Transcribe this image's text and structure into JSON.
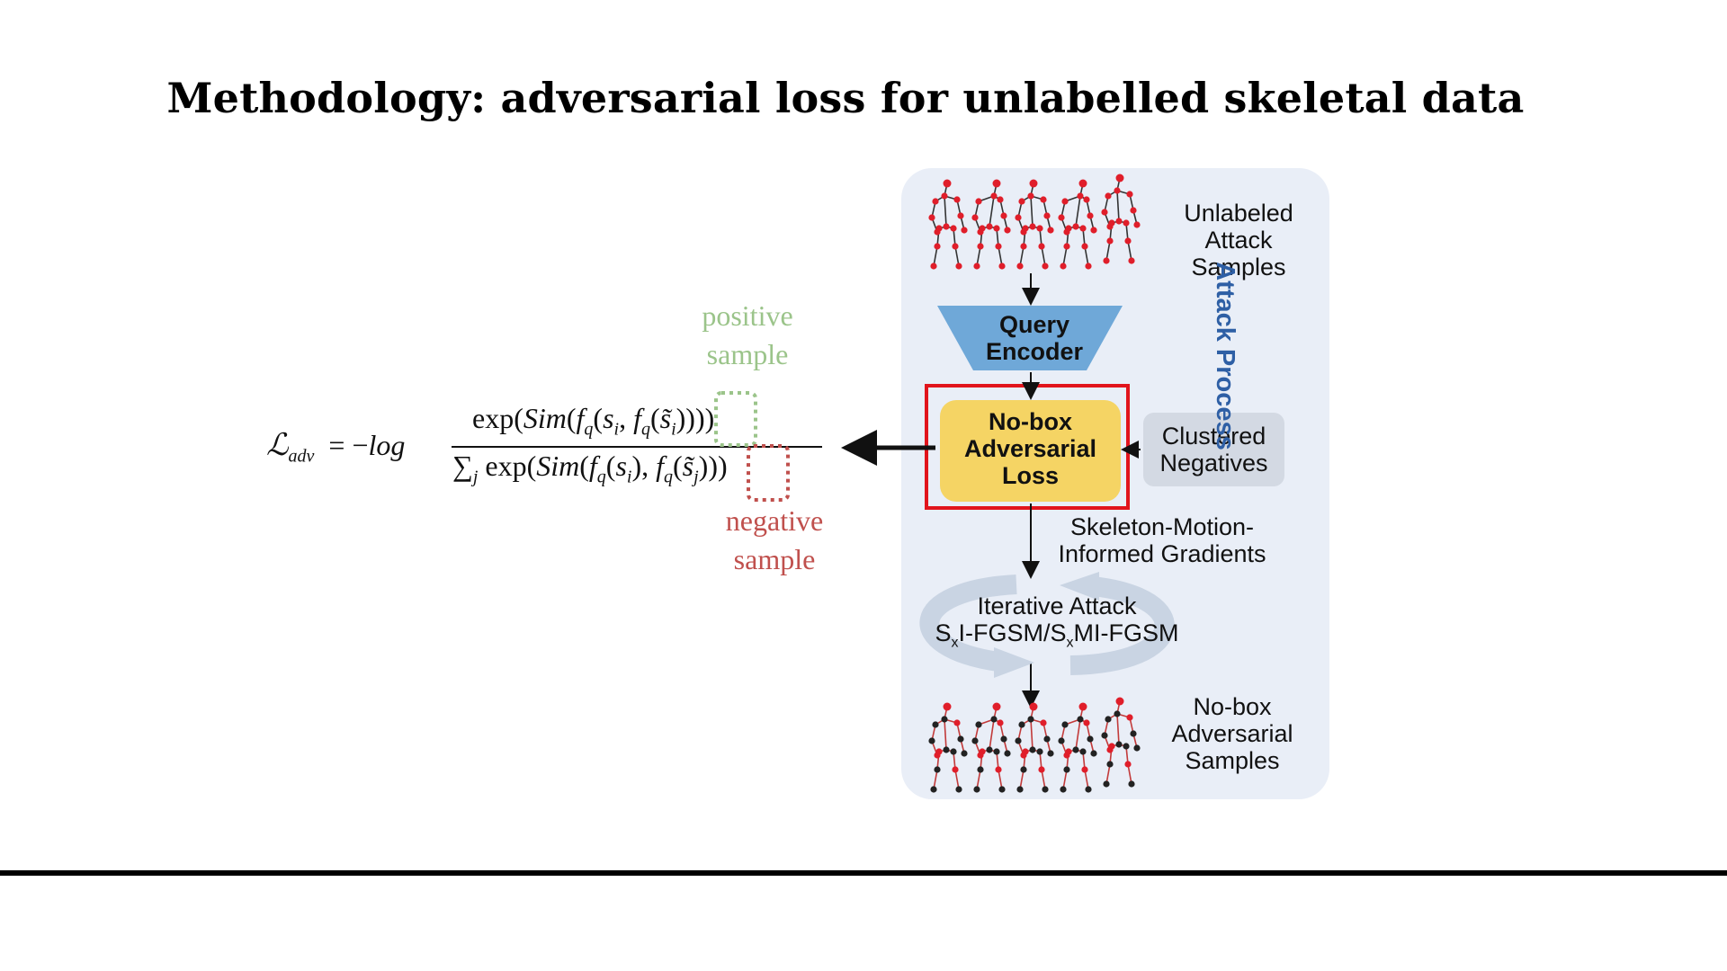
{
  "slide": {
    "title": "Methodology: adversarial loss for unlabelled skeletal data"
  },
  "equation": {
    "lhs_symbol": "ℒ",
    "lhs_subscript": "adv",
    "operator": "= −",
    "log": "log",
    "numerator": "exp(Sim(f_q(s_i, f_q(s̃_i))))",
    "denominator": "∑_j exp(Sim(f_q(s_i), f_q(s̃_j)))"
  },
  "annotations": {
    "positive": [
      "positive",
      "sample"
    ],
    "negative": [
      "negative",
      "sample"
    ],
    "positive_color": "#9bc48a",
    "negative_color": "#c0504d"
  },
  "diagram": {
    "sequence_title": "Attack Process",
    "unlabeled_samples": [
      "Unlabeled",
      "Attack",
      "Samples"
    ],
    "query_encoder": [
      "Query",
      "Encoder"
    ],
    "loss_box": [
      "No-box",
      "Adversarial",
      "Loss"
    ],
    "clustered_negatives": [
      "Clustered",
      "Negatives"
    ],
    "gradients": [
      "Skeleton-Motion-",
      "Informed Gradients"
    ],
    "iterative_attack": [
      "Iterative Attack",
      "SxI-FGSM/SxMI-FGSM"
    ],
    "iterative_attack_line2_parts": [
      "S",
      "x",
      "I-FGSM/S",
      "x",
      "MI-FGSM"
    ],
    "adversarial_samples": [
      "No-box",
      "Adversarial",
      "Samples"
    ],
    "colors": {
      "panel": "#e9eef7",
      "encoder": "#6fa8d8",
      "loss": "#f5d464",
      "highlight": "#e1141c",
      "title": "#2e5fa5",
      "skeleton_joint": "#e01e2a",
      "adversarial_joint": "#222222"
    }
  }
}
